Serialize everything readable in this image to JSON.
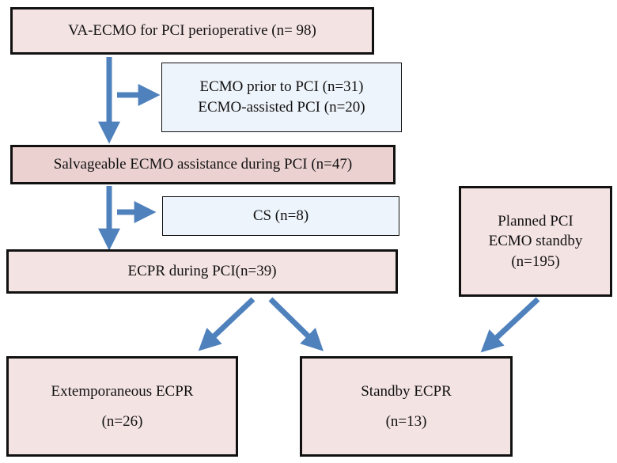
{
  "boxes": {
    "va_ecmo": {
      "lines": [
        "VA-ECMO for PCI perioperative (n= 98)"
      ]
    },
    "excluded_1": {
      "lines": [
        "ECMO prior to PCI (n=31)",
        "ECMO-assisted PCI (n=20)"
      ]
    },
    "salvageable": {
      "lines": [
        "Salvageable ECMO assistance during PCI (n=47)"
      ]
    },
    "excluded_2": {
      "lines": [
        "CS (n=8)"
      ]
    },
    "ecpr_during_pci": {
      "lines": [
        "ECPR during PCI(n=39)"
      ]
    },
    "planned_pci": {
      "lines": [
        "Planned PCI",
        "ECMO standby",
        "(n=195)"
      ]
    },
    "extemporaneous": {
      "lines": [
        "Extemporaneous ECPR",
        "(n=26)"
      ]
    },
    "standby": {
      "lines": [
        "Standby ECPR",
        "(n=13)"
      ]
    }
  },
  "colors": {
    "arrow": "#4f81bd",
    "box_pink": "#f4e3e3",
    "box_pink_dark": "#ecd1d1",
    "box_blue": "#eef4fb"
  }
}
